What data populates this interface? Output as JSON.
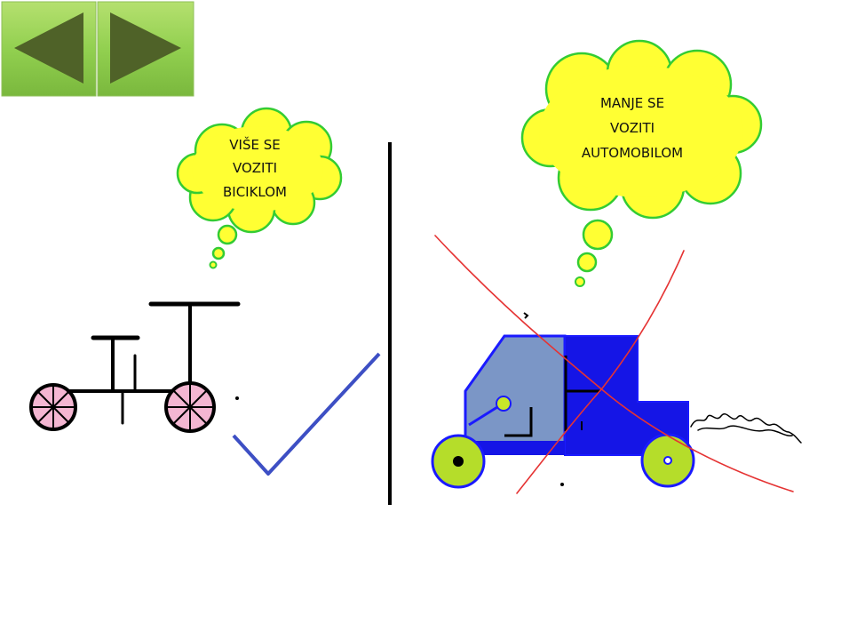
{
  "navigation": {
    "back_icon": "triangle-left-icon",
    "forward_icon": "triangle-right-icon",
    "button_color": "#92d050",
    "arrow_color": "#4f6228"
  },
  "left_panel": {
    "thought_bubble": {
      "lines": [
        "VIŠE  SE",
        "VOZITI",
        "BICIKLOM"
      ],
      "fill_color": "#ffff33",
      "border_color": "#33cc33"
    },
    "illustration": "bicycle-drawing",
    "mark": "checkmark-icon",
    "mark_color": "#3d4fc4"
  },
  "right_panel": {
    "thought_bubble": {
      "lines": [
        "MANJE SE",
        "VOZITI",
        "AUTOMOBILOM"
      ],
      "fill_color": "#ffff33",
      "border_color": "#33cc33"
    },
    "illustration": "car-drawing",
    "mark": "cross-out-icon",
    "mark_color": "#e53333"
  }
}
